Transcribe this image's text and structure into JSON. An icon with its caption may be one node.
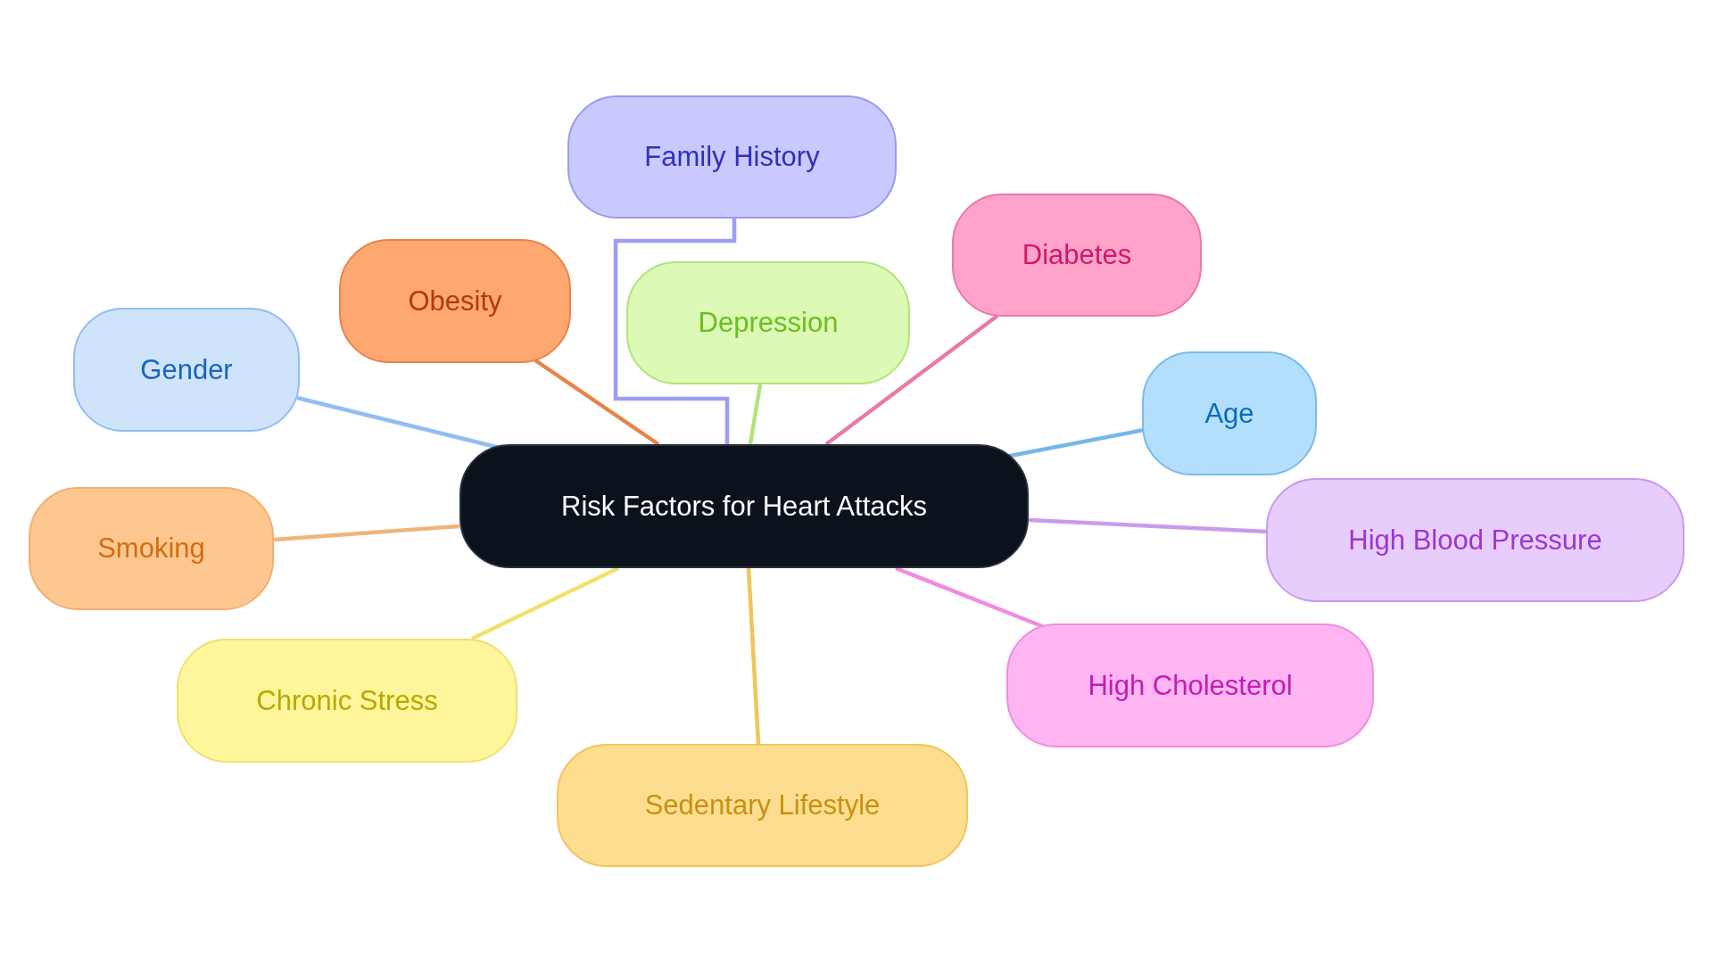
{
  "diagram": {
    "nodes": [
      {
        "text": [
          "Risk Factors for Heart Attacks"
        ]
      },
      {
        "text": [
          "Family History"
        ]
      },
      {
        "text": [
          "Diabetes"
        ]
      },
      {
        "text": [
          "Obesity"
        ]
      },
      {
        "text": [
          "Depression"
        ]
      },
      {
        "text": [
          "Gender"
        ]
      },
      {
        "text": [
          "Age"
        ]
      },
      {
        "text": [
          "Smoking"
        ]
      },
      {
        "text": [
          "High Blood Pressure"
        ]
      },
      {
        "text": [
          "Chronic Stress"
        ]
      },
      {
        "text": [
          "High Cholesterol"
        ]
      },
      {
        "text": [
          "Sedentary Lifestyle"
        ]
      }
    ],
    "edges": [
      {
        "from": 0,
        "to": 1,
        "arrow": "none",
        "color": "#9d9df2"
      },
      {
        "from": 0,
        "to": 2,
        "arrow": "none",
        "color": "#e87aa8"
      },
      {
        "from": 0,
        "to": 3,
        "arrow": "none",
        "color": "#e8834a"
      },
      {
        "from": 0,
        "to": 4,
        "arrow": "none",
        "color": "#b2e27a"
      },
      {
        "from": 0,
        "to": 5,
        "arrow": "none",
        "color": "#93bdf0"
      },
      {
        "from": 0,
        "to": 6,
        "arrow": "none",
        "color": "#73b8ea"
      },
      {
        "from": 0,
        "to": 7,
        "arrow": "none",
        "color": "#f0b47a"
      },
      {
        "from": 0,
        "to": 8,
        "arrow": "none",
        "color": "#c99bea"
      },
      {
        "from": 0,
        "to": 9,
        "arrow": "none",
        "color": "#f0e26a"
      },
      {
        "from": 0,
        "to": 10,
        "arrow": "none",
        "color": "#f28be0"
      },
      {
        "from": 0,
        "to": 11,
        "arrow": "none",
        "color": "#f0c55a"
      }
    ]
  }
}
